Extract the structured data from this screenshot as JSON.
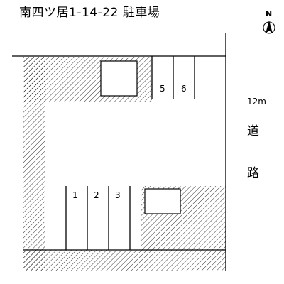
{
  "map": {
    "title": "南四ツ居1-14-22 駐車場",
    "compass": {
      "label": "N",
      "icon": "north-arrow-icon"
    },
    "road": {
      "width_label": "12m",
      "name_chars": [
        "道",
        "路"
      ]
    },
    "parking_spaces": [
      {
        "number": "1"
      },
      {
        "number": "2"
      },
      {
        "number": "3"
      },
      {
        "number": "5"
      },
      {
        "number": "6"
      }
    ],
    "colors": {
      "line": "#000000",
      "background": "#ffffff"
    }
  }
}
